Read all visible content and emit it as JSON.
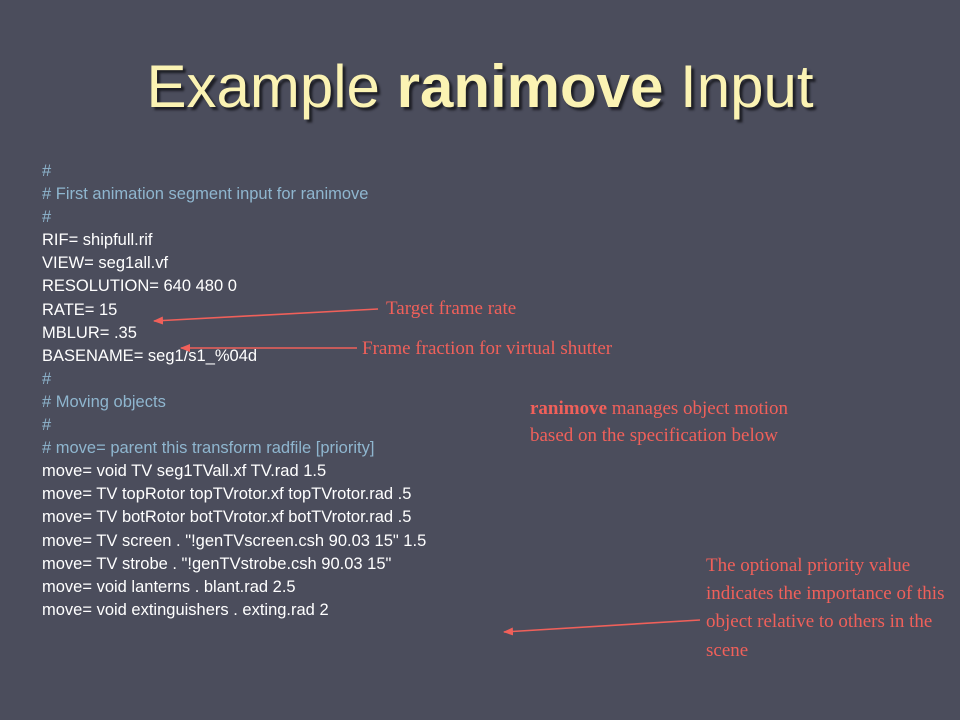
{
  "slide": {
    "title_prefix": "Example ",
    "title_bold": "ranimove",
    "title_suffix": " Input"
  },
  "code_lines": [
    {
      "text": "#",
      "kind": "comment"
    },
    {
      "text": "# First animation segment input for ranimove",
      "kind": "comment"
    },
    {
      "text": "#",
      "kind": "comment"
    },
    {
      "text": "RIF= shipfull.rif",
      "kind": "code"
    },
    {
      "text": "VIEW= seg1all.vf",
      "kind": "code"
    },
    {
      "text": "RESOLUTION= 640 480 0",
      "kind": "code"
    },
    {
      "text": "RATE= 15",
      "kind": "code"
    },
    {
      "text": "MBLUR= .35",
      "kind": "code"
    },
    {
      "text": "BASENAME= seg1/s1_%04d",
      "kind": "code"
    },
    {
      "text": "#",
      "kind": "comment"
    },
    {
      "text": "# Moving objects",
      "kind": "comment"
    },
    {
      "text": "#",
      "kind": "comment"
    },
    {
      "text": "# move= parent this transform radfile [priority]",
      "kind": "comment"
    },
    {
      "text": "move= void TV seg1TVall.xf TV.rad 1.5",
      "kind": "code"
    },
    {
      "text": "move= TV topRotor topTVrotor.xf topTVrotor.rad .5",
      "kind": "code"
    },
    {
      "text": "move= TV botRotor botTVrotor.xf botTVrotor.rad .5",
      "kind": "code"
    },
    {
      "text": "move= TV screen . \"!genTVscreen.csh 90.03 15\" 1.5",
      "kind": "code"
    },
    {
      "text": "move= TV strobe . \"!genTVstrobe.csh 90.03 15\"",
      "kind": "code"
    },
    {
      "text": "move= void lanterns . blant.rad 2.5",
      "kind": "code"
    },
    {
      "text": "move= void extinguishers . exting.rad 2",
      "kind": "code"
    }
  ],
  "annotations": {
    "rate": "Target frame rate",
    "shutter": "Frame fraction for virtual shutter",
    "ranimove_bold": "ranimove",
    "ranimove_line1_rest": " manages object motion",
    "ranimove_line2": "based on the specification below",
    "priority": "The optional priority value indicates the importance of this object relative to others in the scene"
  },
  "colors": {
    "background": "#4b4d5c",
    "title": "#fbf3b3",
    "code_text": "#ffffff",
    "comment_text": "#8fb6cf",
    "annotation": "#f0605a"
  }
}
